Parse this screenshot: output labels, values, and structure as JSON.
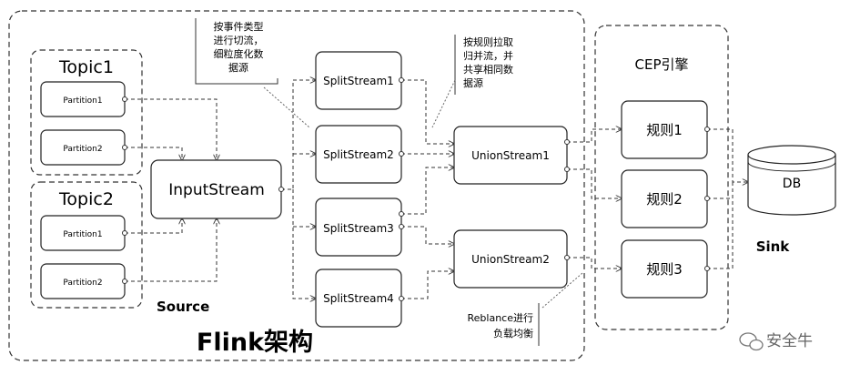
{
  "diagram": {
    "topic1": {
      "title": "Topic1",
      "partitions": [
        "Partition1",
        "Partition2"
      ]
    },
    "topic2": {
      "title": "Topic2",
      "partitions": [
        "Partition1",
        "Partition2"
      ]
    },
    "input_stream": "InputStream",
    "source_label": "Source",
    "split_streams": [
      "SplitStream1",
      "SplitStream2",
      "SplitStream3",
      "SplitStream4"
    ],
    "union_streams": [
      "UnionStream1",
      "UnionStream2"
    ],
    "cep": {
      "title": "CEP引擎",
      "rules": [
        "规则1",
        "规则2",
        "规则3"
      ]
    },
    "db_label": "DB",
    "sink_label": "Sink",
    "flink_label": "Flink架构",
    "notes": {
      "split_note": [
        "按事件类型",
        "进行切流，",
        "细粒度化数",
        "据源"
      ],
      "union_note": [
        "按规则拉取",
        "归并流，并",
        "共享相同数",
        "据源"
      ],
      "rebalance_note": [
        "Reblance进行",
        "负载均衡"
      ]
    },
    "watermark": "安全牛"
  }
}
